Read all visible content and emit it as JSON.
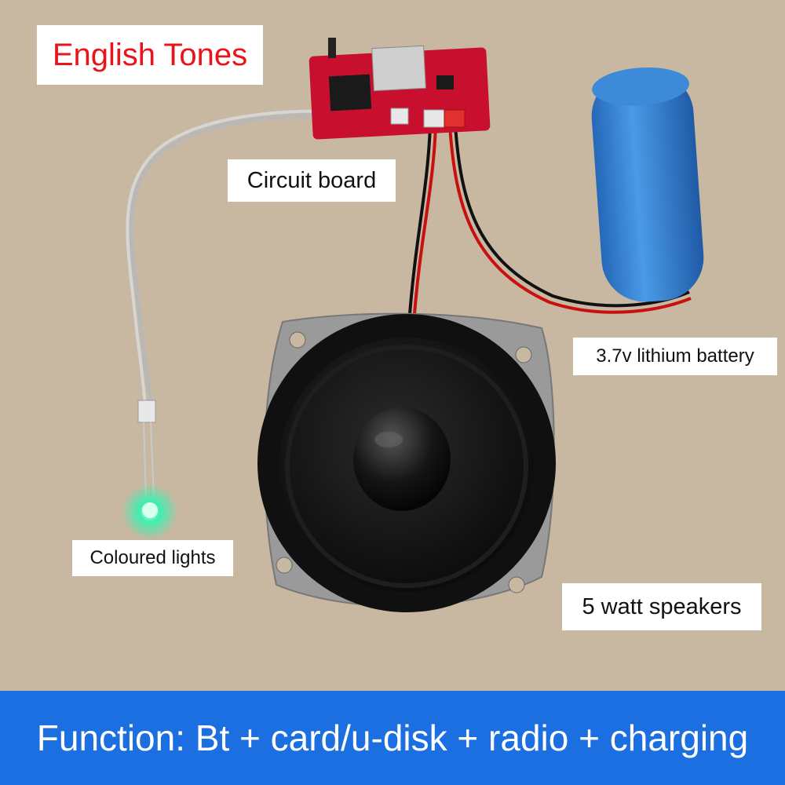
{
  "labels": {
    "tones": "English Tones",
    "circuit_board": "Circuit board",
    "battery": "3.7v lithium battery",
    "lights": "Coloured lights",
    "speaker": "5 watt speakers"
  },
  "banner": {
    "text": "Function: Bt + card/u-disk + radio + charging"
  },
  "colors": {
    "background": "#c8b8a2",
    "banner": "#1c6fe0",
    "tones_text": "#e8141a",
    "board": "#c8102e",
    "battery": "#2f7fd0",
    "led_glow": "#3cf0b0"
  }
}
